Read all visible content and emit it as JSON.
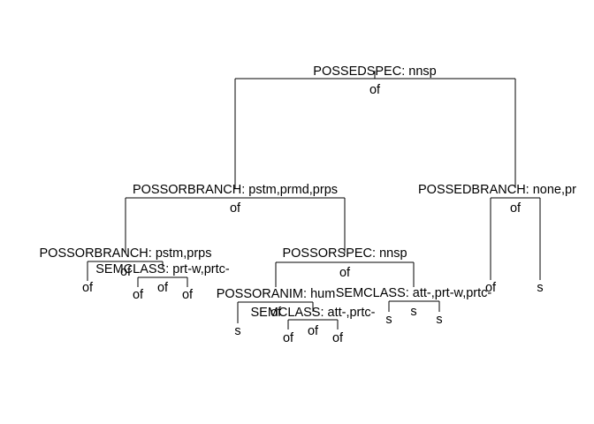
{
  "tree": {
    "nodes": {
      "root": {
        "split": "POSSEDSPEC: nnsp",
        "label": "of"
      },
      "n2": {
        "split": "POSSORBRANCH: pstm,prmd,prps",
        "label": "of"
      },
      "n3": {
        "split": "POSSEDBRANCH: none,pr",
        "label": "of"
      },
      "n4": {
        "split": "POSSORBRANCH: pstm,prps",
        "label": "of"
      },
      "n5": {
        "split": "POSSORSPEC: nnsp",
        "label": "of"
      },
      "n8": {
        "split": "SEMCLASS: prt-w,prtc-",
        "label": "of"
      },
      "n10": {
        "split": "POSSORANIM: hum",
        "label": "of"
      },
      "n11": {
        "split": "SEMCLASS: att-,prt-w,prtc-",
        "label": "s"
      },
      "n21": {
        "split": "SEMCLASS: att-,prtc-",
        "label": "of"
      }
    },
    "leaves": {
      "l9": "of",
      "l16": "of",
      "l17": "of",
      "l20": "s",
      "l42": "of",
      "l43": "of",
      "l22": "s",
      "l23": "s",
      "l6": "of",
      "l7": "s"
    }
  }
}
